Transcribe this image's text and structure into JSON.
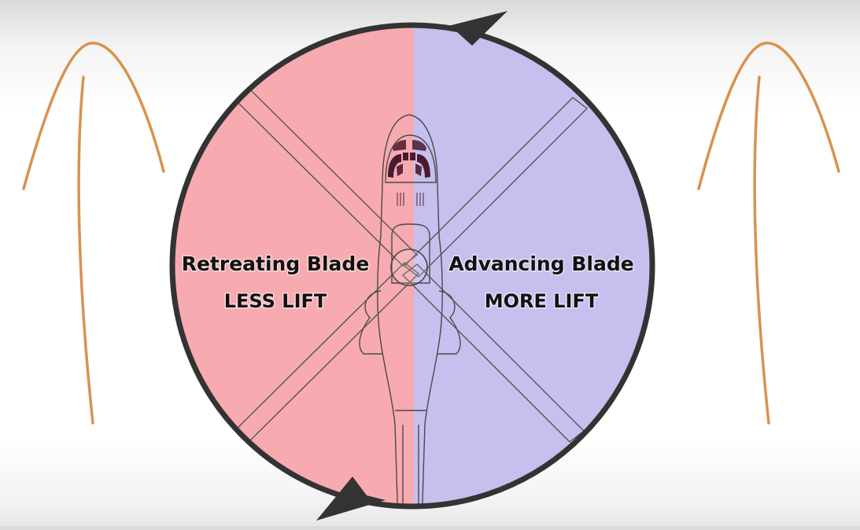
{
  "labels": {
    "retreating_title": "Retreating Blade",
    "retreating_sub": "LESS LIFT",
    "advancing_title": "Advancing Blade",
    "advancing_sub": "MORE LIFT"
  },
  "colors": {
    "retreating_half": "#f7aab0",
    "advancing_half": "#c5c0ee",
    "rotor_ring": "#333333",
    "wind_lines": "#d8924f",
    "airframe_outline": "#4a4a4a",
    "canopy_dark": "#4a1a2e"
  },
  "icons": {
    "rotation_arrow_top": "arrowhead-left-icon",
    "rotation_arrow_bottom": "arrowhead-right-icon"
  }
}
